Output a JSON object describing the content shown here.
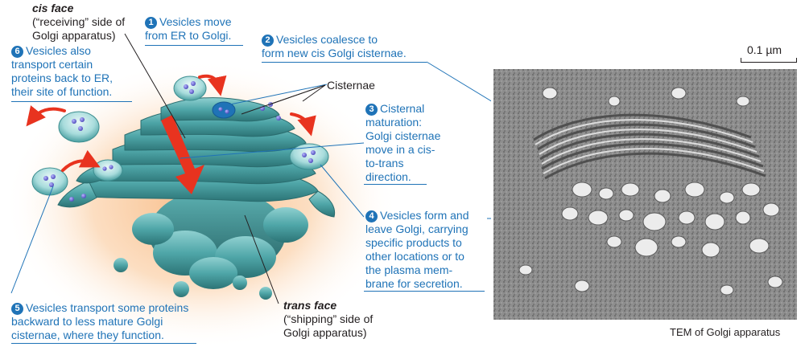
{
  "cis_face": {
    "title": "cis face",
    "line1": "(“receiving” side of",
    "line2": "Golgi apparatus)"
  },
  "trans_face": {
    "title": "trans face",
    "line1": "(“shipping” side of",
    "line2": "Golgi apparatus)"
  },
  "cisternae_label": "Cisternae",
  "steps": [
    {
      "number": "1",
      "lines": [
        "Vesicles move",
        "from ER to Golgi."
      ]
    },
    {
      "number": "2",
      "lines": [
        "Vesicles coalesce to",
        "form new cis Golgi cisternae."
      ]
    },
    {
      "number": "3",
      "lines": [
        "Cisternal",
        "maturation:",
        "Golgi cisternae",
        "move in a cis-",
        "to-trans",
        "direction."
      ]
    },
    {
      "number": "4",
      "lines": [
        "Vesicles form and",
        "leave Golgi, carrying",
        "specific products to",
        "other locations or to",
        "the plasma mem-",
        "brane for secretion."
      ]
    },
    {
      "number": "5",
      "lines": [
        "Vesicles transport some proteins",
        "backward to less mature Golgi",
        "cisternae, where they function."
      ]
    },
    {
      "number": "6",
      "lines": [
        "Vesicles also",
        "transport certain",
        "proteins back to ER,",
        "their site of function."
      ]
    }
  ],
  "scale_bar": "0.1 µm",
  "tem_caption": "TEM of Golgi apparatus",
  "colors": {
    "accent_blue": "#1f73b7",
    "golgi_teal": "#4fa6a8",
    "arrow_red": "#e8331f",
    "glow_orange": "#f7b880"
  }
}
